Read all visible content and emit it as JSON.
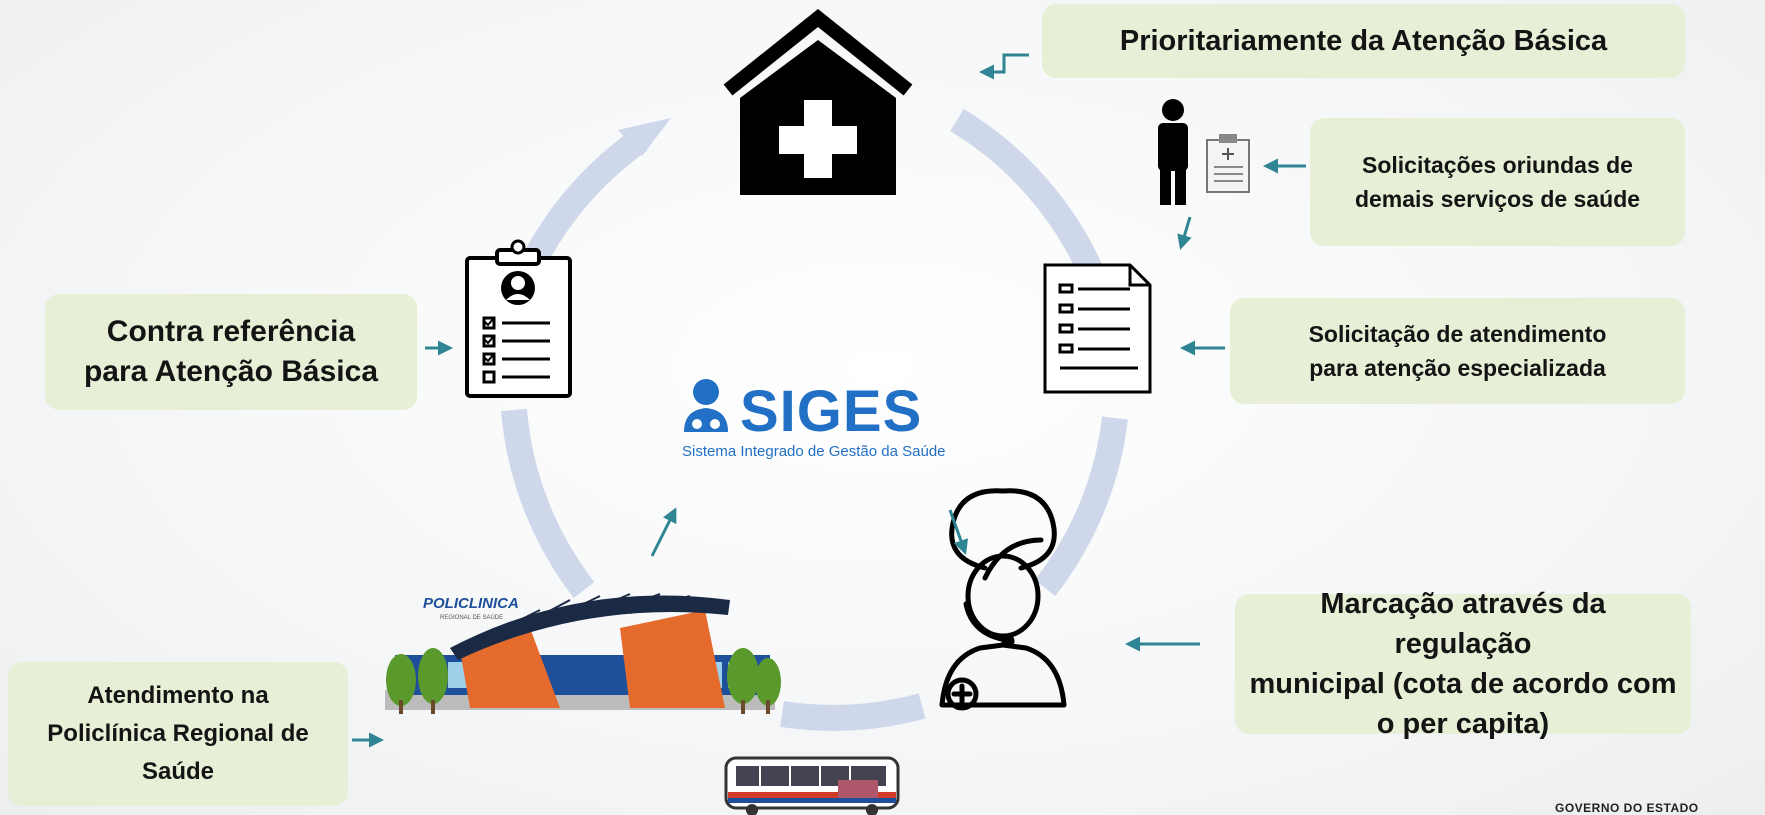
{
  "boxes": {
    "prioritariamente": "Prioritariamente da Atenção Básica",
    "solicitacoes_oriundas": "Solicitações oriundas de\ndemais serviços de saúde",
    "solicitacao_atendimento": "Solicitação de atendimento\npara atenção especializada",
    "marcacao": "Marcação através da regulação\nmunicipal (cota de acordo com\no per capita)",
    "contra_referencia": "Contra referência\npara Atenção Básica",
    "atendimento_policlinica": "Atendimento na\nPoliclínica Regional de\nSaúde"
  },
  "siges": {
    "title": "SIGES",
    "subtitle": "Sistema Integrado de Gestão da Saúde"
  },
  "policlinica_sign": {
    "name": "POLICLINICA",
    "subtitle": "REGIONAL DE SAÚDE"
  },
  "footer": {
    "gov_text": "GOVERNO DO ESTADO"
  },
  "colors": {
    "box_fill": "#e7f0d6",
    "cycle_ring": "#cfd8ea",
    "arrow": "#2f8593",
    "siges_blue": "#2270c5"
  },
  "icons": [
    "health-house-icon",
    "person-icon",
    "clipboard-checklist-icon",
    "document-list-icon",
    "patient-clipboard-icon",
    "receptionist-icon",
    "policlinica-building-icon",
    "bus-icon",
    "doctor-icon"
  ]
}
